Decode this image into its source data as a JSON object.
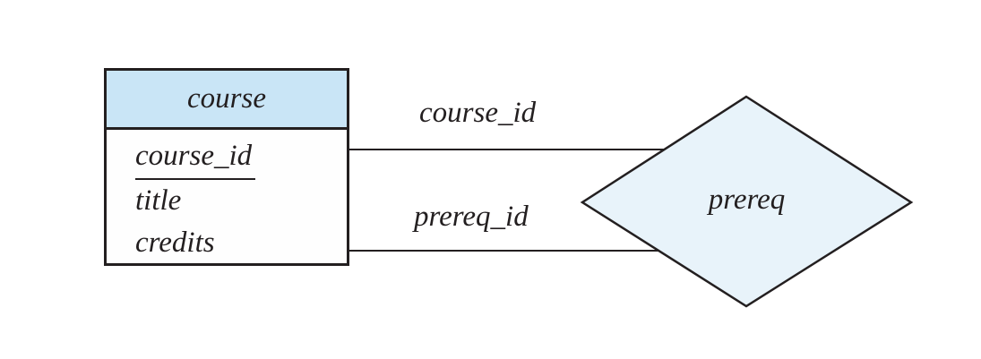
{
  "diagram": {
    "type": "entity-relationship",
    "entity": {
      "name": "course",
      "attributes": [
        {
          "name": "course_id",
          "underlined": true,
          "role": "primary-key"
        },
        {
          "name": "title",
          "underlined": false
        },
        {
          "name": "credits",
          "underlined": false
        }
      ]
    },
    "relationship": {
      "name": "prereq",
      "shape": "diamond"
    },
    "links": [
      {
        "label": "course_id",
        "from": "course",
        "to": "prereq"
      },
      {
        "label": "prereq_id",
        "from": "course",
        "to": "prereq"
      }
    ],
    "colors": {
      "entity_header_fill": "#c9e5f6",
      "entity_body_fill": "#fefefe",
      "relationship_fill": "#e8f3fa",
      "stroke": "#231f20",
      "text": "#231f20",
      "background": "#ffffff"
    }
  }
}
